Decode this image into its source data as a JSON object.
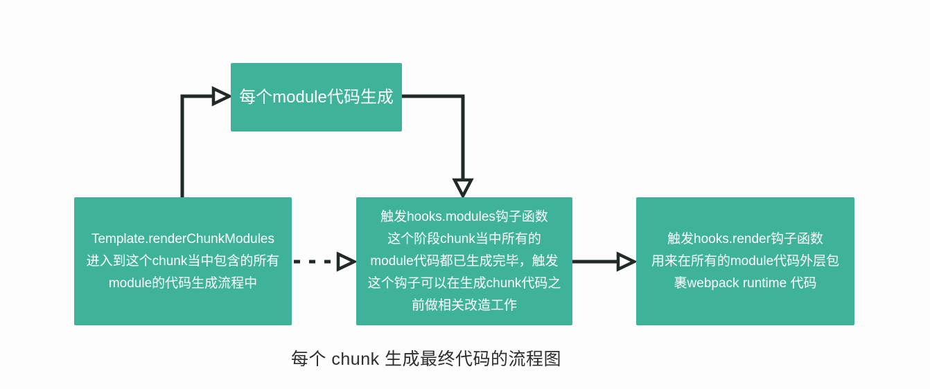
{
  "colors": {
    "canvas_bg": "#fdfdfd",
    "node_fill": "#3eb39a",
    "node_text": "#ffffff",
    "connector": "#222a28",
    "caption_text": "#2d2d2d"
  },
  "nodes": {
    "module_codegen": {
      "label": "每个module代码生成"
    },
    "render_chunk_modules": {
      "label": "Template.renderChunkModules\n进入到这个chunk当中包含的所有\nmodule的代码生成流程中"
    },
    "hooks_modules": {
      "label": "触发hooks.modules钩子函数\n这个阶段chunk当中所有的\nmodule代码都已生成完毕，触发\n这个钩子可以在生成chunk代码之\n前做相关改造工作"
    },
    "hooks_render": {
      "label": "触发hooks.render钩子函数\n用来在所有的module代码外层包\n裹webpack runtime 代码"
    }
  },
  "connectors": [
    {
      "name": "left-to-top",
      "from": "render_chunk_modules",
      "to": "module_codegen",
      "style": "solid",
      "arrowhead": "hollow-triangle"
    },
    {
      "name": "top-to-middle",
      "from": "module_codegen",
      "to": "hooks_modules",
      "style": "solid",
      "arrowhead": "hollow-triangle"
    },
    {
      "name": "left-to-middle",
      "from": "render_chunk_modules",
      "to": "hooks_modules",
      "style": "dashed",
      "arrowhead": "hollow-triangle"
    },
    {
      "name": "middle-to-right",
      "from": "hooks_modules",
      "to": "hooks_render",
      "style": "solid",
      "arrowhead": "hollow-triangle"
    }
  ],
  "caption": "每个 chunk 生成最终代码的流程图"
}
